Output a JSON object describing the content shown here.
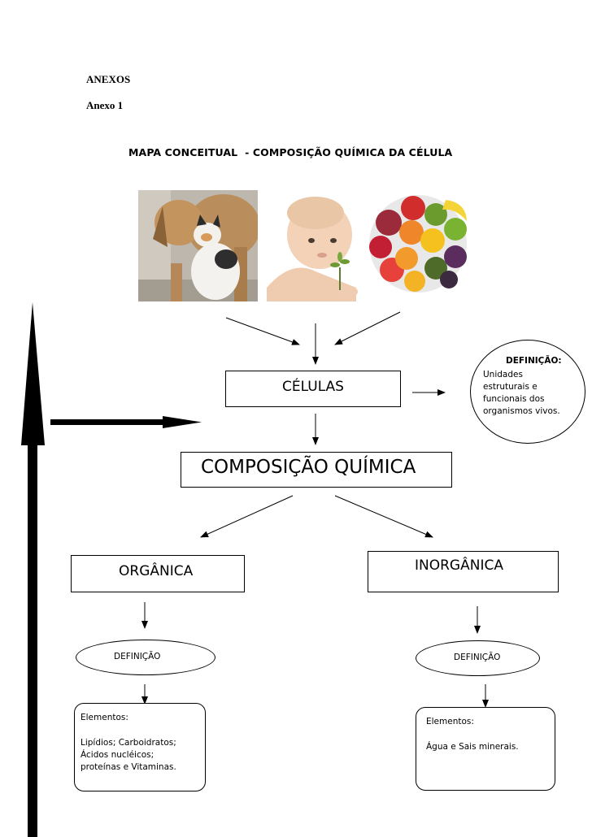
{
  "header": {
    "annexes": "ANEXOS",
    "annex_number": "Anexo 1",
    "map_title": "MAPA CONCEITUAL  - COMPOSIÇÃO QUÍMICA DA CÉLULA"
  },
  "nodes": {
    "cells": "CÉLULAS",
    "composition": "COMPOSIÇÃO QUÍMICA",
    "organic": "ORGÂNICA",
    "inorganic": "INORGÂNICA",
    "organic_definition": "DEFINIÇÃO",
    "inorganic_definition": "DEFINIÇÃO"
  },
  "cell_definition": {
    "heading": "DEFINIÇÃO:",
    "lines": [
      "Unidades",
      "estruturais e",
      "funcionais dos",
      "organismos vivos."
    ]
  },
  "organic_elements": {
    "heading": "Elementos:",
    "lines": [
      "Lipídios; Carboidratos;",
      "Ácidos nucléicos;",
      "proteínas e Vitaminas."
    ]
  },
  "inorganic_elements": {
    "heading": "Elementos:",
    "lines": [
      "Água e Sais minerais."
    ]
  },
  "images": {
    "animals": "dog-and-cat-photo",
    "baby": "baby-with-plant-photo",
    "fruits": "fruits-and-vegetables-photo"
  }
}
